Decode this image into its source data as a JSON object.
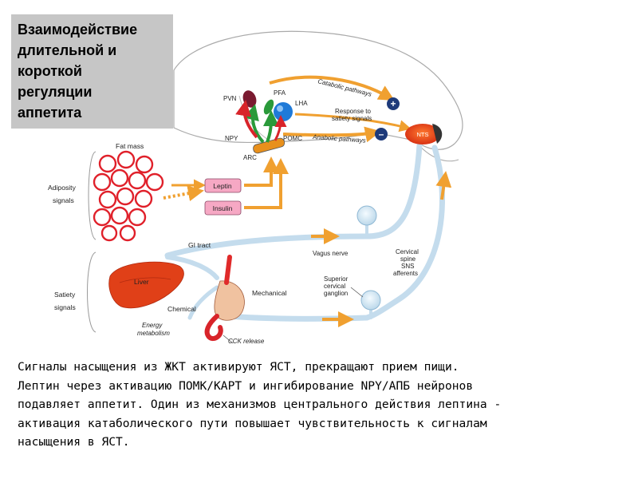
{
  "title": {
    "lines": [
      "Взаимодействие",
      "длительной и",
      "короткой",
      "регуляции",
      "аппетита"
    ]
  },
  "diagram": {
    "brain": {
      "pvn": "PVN",
      "pfa": "PFA",
      "lha": "LHA",
      "npy": "NPY",
      "pomc": "POMC",
      "arc": "ARC",
      "nts": "NTS",
      "catabolic": "Catabolic pathways",
      "response_line1": "Response to",
      "response_line2": "satiety signals",
      "anabolic": "Anabolic pathways",
      "plus": "+",
      "minus": "–"
    },
    "adiposity": {
      "fat_mass": "Fat mass",
      "label_line1": "Adiposity",
      "label_line2": "signals",
      "leptin": "Leptin",
      "insulin": "Insulin"
    },
    "satiety": {
      "label_line1": "Satiety",
      "label_line2": "signals",
      "gi_tract": "GI tract",
      "vagus": "Vagus nerve",
      "cervical_line1": "Cervical",
      "cervical_line2": "spine",
      "cervical_line3": "SNS",
      "cervical_line4": "afferents",
      "liver": "Liver",
      "mechanical": "Mechanical",
      "chemical": "Chemical",
      "superior_line1": "Superior",
      "superior_line2": "cervical",
      "superior_line3": "ganglion",
      "energy_line1": "Energy",
      "energy_line2": "metabolism",
      "cck": "CCK release"
    }
  },
  "caption": {
    "lines": [
      "Сигналы насыщения из ЖКТ активируют ЯСТ,  прекращают прием пищи.",
      "Лептин через активацию ПОМК/КАРТ и ингибирование NPY/АПБ нейронов",
      "подавляет аппетит.  Один из механизмов центрального действия лептина -",
      "активация  катаболического пути повышает чувствительность к  сигналам",
      "насыщения в ЯСТ."
    ]
  },
  "colors": {
    "title_bg": "#c6c6c6",
    "nerve": "#c4dced",
    "arrow_orange": "#f0a030",
    "leptin_box": "#f6a8c4",
    "fat_cells": "#e0202a",
    "liver": "#e04018",
    "lha_blue": "#1f7ad8",
    "pvn_maroon": "#7a1a30",
    "green_arrow": "#2a9a3a",
    "red_arrow": "#d8242a"
  }
}
